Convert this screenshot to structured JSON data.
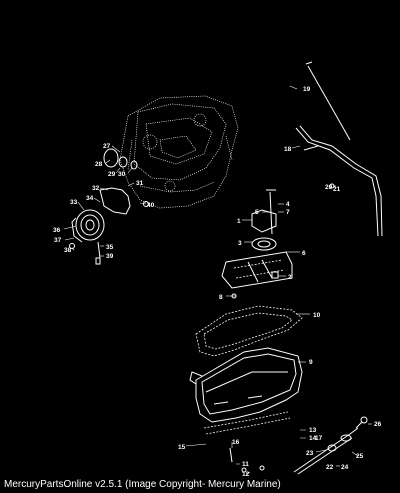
{
  "footer": {
    "caption": "MercuryPartsOnline v2.5.1 (Image Copyright- Mercury Marine)"
  },
  "callouts": [
    "1",
    "2",
    "3",
    "4",
    "5",
    "6",
    "7",
    "8",
    "9",
    "10",
    "11",
    "12",
    "13",
    "14",
    "15",
    "16",
    "17",
    "18",
    "19",
    "20",
    "21",
    "22",
    "23",
    "24",
    "25",
    "26",
    "27",
    "28",
    "29",
    "30",
    "31",
    "32",
    "33",
    "34",
    "35",
    "36",
    "37",
    "38",
    "39",
    "40"
  ]
}
